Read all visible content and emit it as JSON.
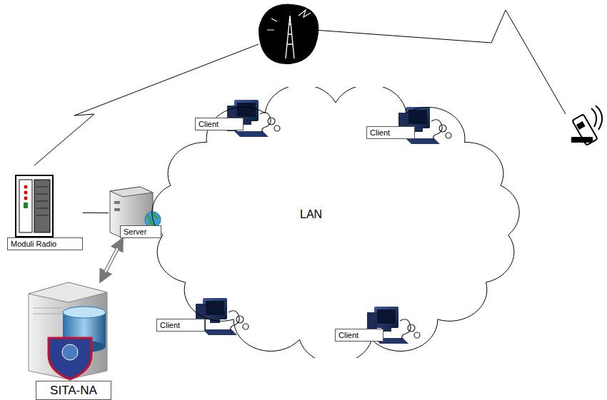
{
  "diagram": {
    "nodes": [
      {
        "text": [
          "LAN"
        ]
      },
      {
        "text": [
          "Client"
        ],
        "in": 0
      },
      {
        "text": [
          "Client"
        ],
        "in": 0
      },
      {
        "text": [
          "Server"
        ]
      },
      {
        "text": [
          "Client"
        ],
        "in": 0
      },
      {
        "text": [
          "Client"
        ],
        "in": 0
      },
      {
        "text": [
          "Moduli Radio"
        ]
      },
      {
        "text": [
          "SITA-NA"
        ]
      }
    ],
    "edges": [
      {
        "from": 6,
        "to": 3,
        "arrow": "none"
      },
      {
        "from": 3,
        "to": 7,
        "arrow": "both"
      }
    ]
  }
}
